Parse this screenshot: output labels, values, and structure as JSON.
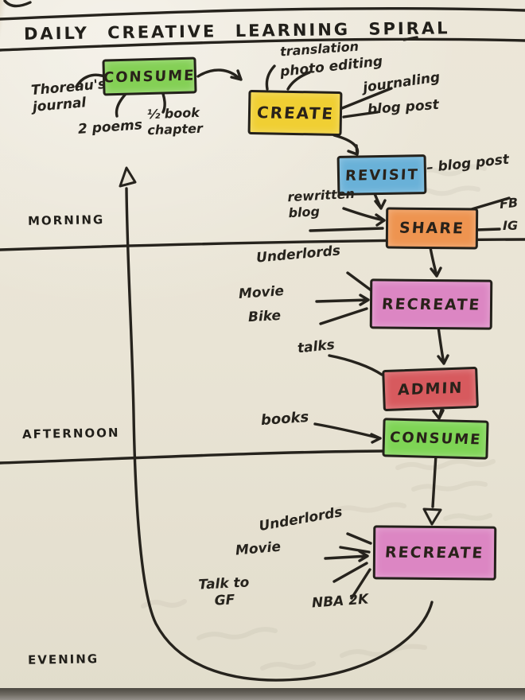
{
  "title": "DAILY CREATIVE LEARNING SPIRAL",
  "sections": {
    "morning": "MORNING",
    "afternoon": "AFTERNOON",
    "evening": "EVENING"
  },
  "ink_color": "#26231d",
  "paper_color": "#e9e4d6",
  "nodes": {
    "consume1": {
      "label": "CONSUME",
      "color": "#84d055"
    },
    "create": {
      "label": "CREATE",
      "color": "#f0cf33"
    },
    "revisit": {
      "label": "REVISIT",
      "color": "#69b1d8"
    },
    "share": {
      "label": "SHARE",
      "color": "#ee9450"
    },
    "recreate1": {
      "label": "RECREATE",
      "color": "#dc86c3"
    },
    "admin": {
      "label": "ADMIN",
      "color": "#d75a5e"
    },
    "consume2": {
      "label": "CONSUME",
      "color": "#7ed455"
    },
    "recreate2": {
      "label": "RECREATE",
      "color": "#dc86c3"
    }
  },
  "annotations": {
    "thoreaus_journal": "Thoreau's\njournal",
    "two_poems": "2 poems",
    "half_book_chapter": "½ book\nchapter",
    "translation": "translation",
    "photo_editing": "photo editing",
    "journaling": "journaling",
    "blog_post_create": "blog post",
    "blog_post_revisit": "– blog post",
    "rewritten_blog": "rewritten\nblog",
    "fb": "FB",
    "ig": "IG",
    "underlords_1": "Underlords",
    "movie_1": "Movie",
    "bike": "Bike",
    "talks": "talks",
    "books": "books",
    "underlords_2": "Underlords",
    "movie_2": "Movie",
    "talk_to_gf": "Talk to\nGF",
    "nba_2k": "NBA 2K"
  }
}
